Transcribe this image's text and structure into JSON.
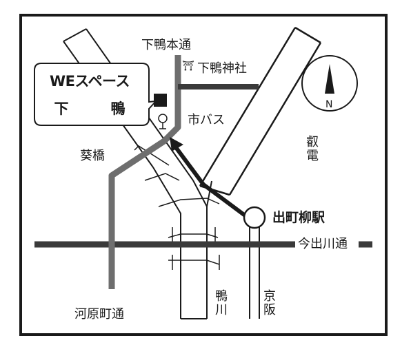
{
  "venue": {
    "name_line1": "WEスペース",
    "name_line2": "下　鴨"
  },
  "roads": {
    "shimogamo_hondori": "下鴨本通",
    "kawaramachi_dori": "河原町通",
    "imadegawa_dori": "今出川通"
  },
  "places": {
    "shrine": "下鴨神社",
    "bus": "市バス",
    "aoi_bridge": "葵橋",
    "station": "出町柳駅"
  },
  "rail": {
    "eiden": "叡電",
    "keihan": "京阪"
  },
  "river": {
    "kamogawa": "鴨川"
  },
  "compass": {
    "north_label": "N"
  },
  "symbols": {
    "shrine_mark": "⛩"
  },
  "colors": {
    "road_dark": "#3a3a3a",
    "road_gray": "#6e6e6e",
    "line": "#1a1a1a",
    "background": "#ffffff"
  }
}
